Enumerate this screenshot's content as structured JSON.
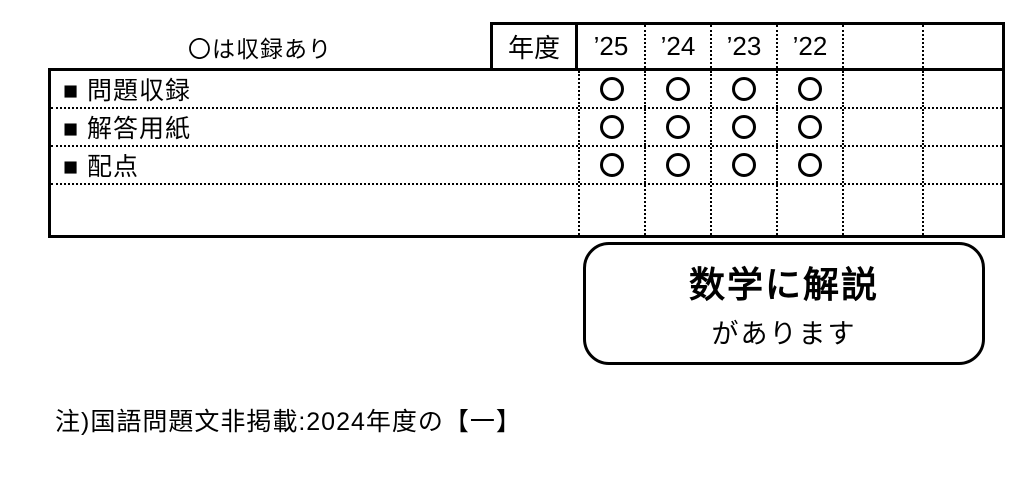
{
  "legend": "〇は収録あり",
  "table": {
    "header_label": "年度",
    "years": [
      "’25",
      "’24",
      "’23",
      "’22",
      "",
      ""
    ],
    "rows": [
      {
        "label": "■ 問題収録",
        "marks": [
          true,
          true,
          true,
          true,
          false,
          false
        ]
      },
      {
        "label": "■ 解答用紙",
        "marks": [
          true,
          true,
          true,
          true,
          false,
          false
        ]
      },
      {
        "label": "■ 配点",
        "marks": [
          true,
          true,
          true,
          true,
          false,
          false
        ]
      },
      {
        "label": "",
        "marks": [
          false,
          false,
          false,
          false,
          false,
          false
        ]
      }
    ]
  },
  "callout": {
    "line1": "数学に解説",
    "line2": "があります"
  },
  "note": "注)国語問題文非掲載:2024年度の【一】"
}
